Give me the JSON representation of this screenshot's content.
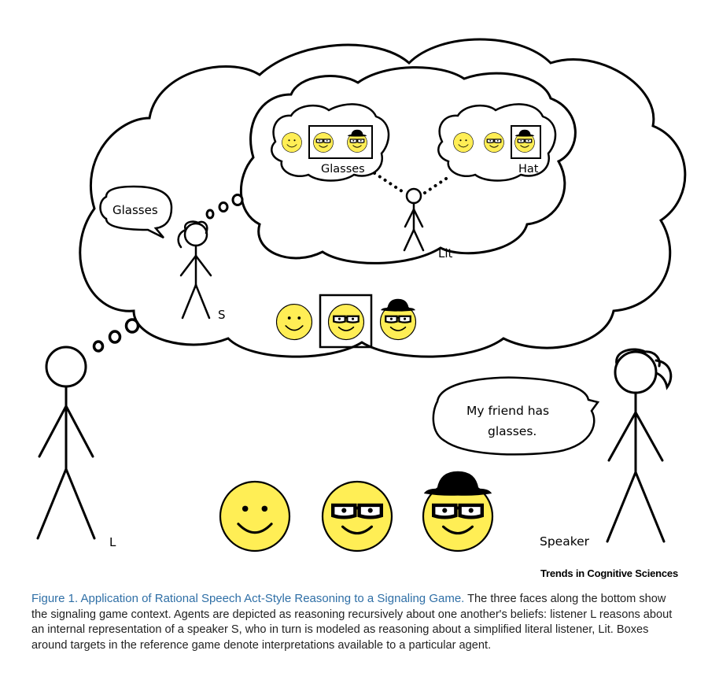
{
  "figure": {
    "labels": {
      "bubble_inner_left": "Glasses",
      "bubble_inner_right": "Hat",
      "lit_agent": "Lit",
      "s_speech": "Glasses",
      "s_agent": "S",
      "listener_agent": "L",
      "speaker_speech_line1": "My friend has",
      "speaker_speech_line2": "glasses.",
      "speaker_agent": "Speaker"
    },
    "faces": [
      "plain-smiley",
      "smiley-with-glasses",
      "smiley-with-glasses-and-hat"
    ],
    "colors": {
      "face": "#ffee55",
      "stroke": "#000000",
      "caption_title": "#2f6fa6"
    }
  },
  "journal": "Trends in Cognitive Sciences",
  "caption": {
    "title": "Figure 1. Application of Rational Speech Act-Style Reasoning to a Signaling Game.",
    "body": " The three faces along the bottom show the signaling game context. Agents are depicted as reasoning recursively about one another's beliefs: listener L reasons about an internal representation of a speaker S, who in turn is modeled as reasoning about a simplified literal listener, Lit. Boxes around targets in the reference game denote interpretations available to a particular agent."
  }
}
